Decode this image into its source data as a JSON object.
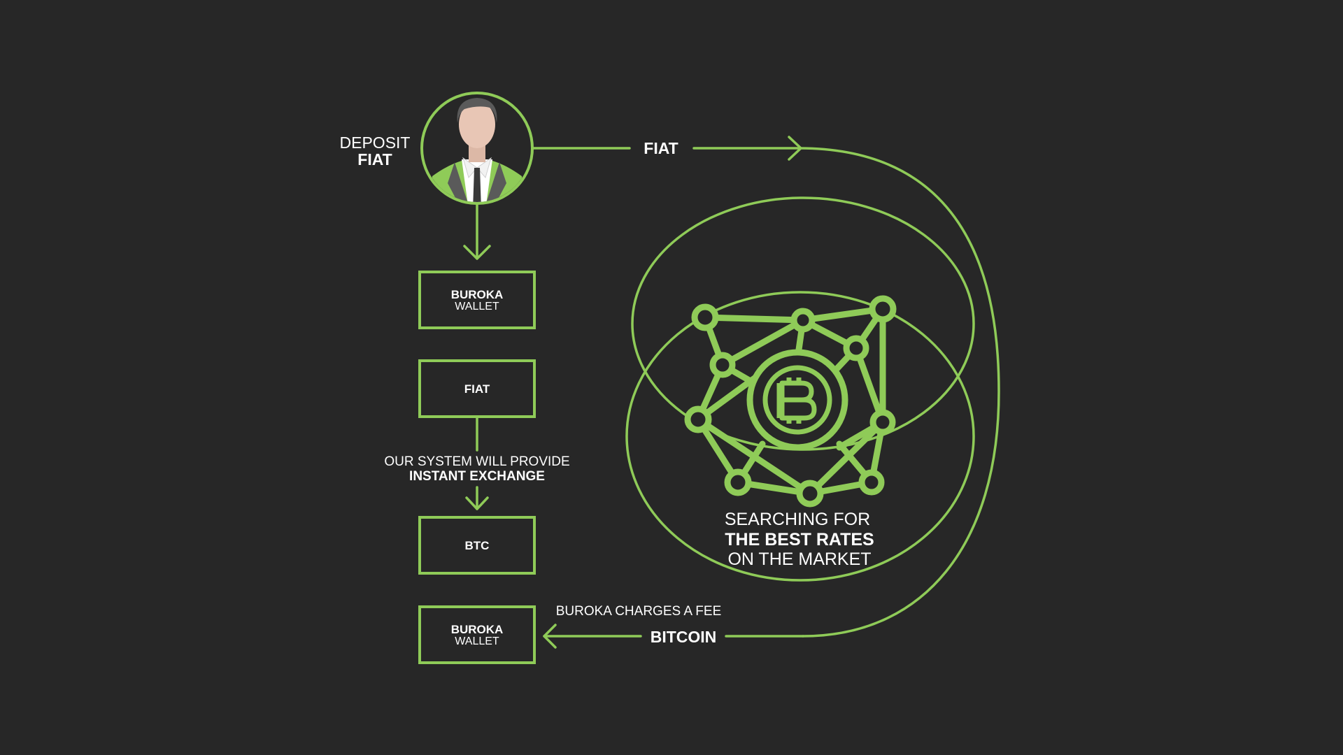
{
  "colors": {
    "background": "#272727",
    "accent": "#8fcb58",
    "text": "#ffffff"
  },
  "deposit": {
    "line1": "DEPOSIT",
    "line2": "FIAT"
  },
  "fiat_arrow_label": "FIAT",
  "boxes": {
    "wallet_top": {
      "line1": "BUROKA",
      "line2": "WALLET"
    },
    "fiat": {
      "label": "FIAT"
    },
    "btc": {
      "label": "BTC"
    },
    "wallet_bottom": {
      "line1": "BUROKA",
      "line2": "WALLET"
    }
  },
  "exchange_note": {
    "line1": "OUR SYSTEM WILL PROVIDE",
    "line2": "INSTANT EXCHANGE"
  },
  "searching": {
    "line1": "SEARCHING FOR",
    "line2": "THE BEST RATES",
    "line3": "ON THE MARKET"
  },
  "fee_note": "BUROKA CHARGES A FEE",
  "bitcoin_arrow_label": "BITCOIN",
  "icons": [
    "user-avatar-icon",
    "bitcoin-network-icon"
  ]
}
